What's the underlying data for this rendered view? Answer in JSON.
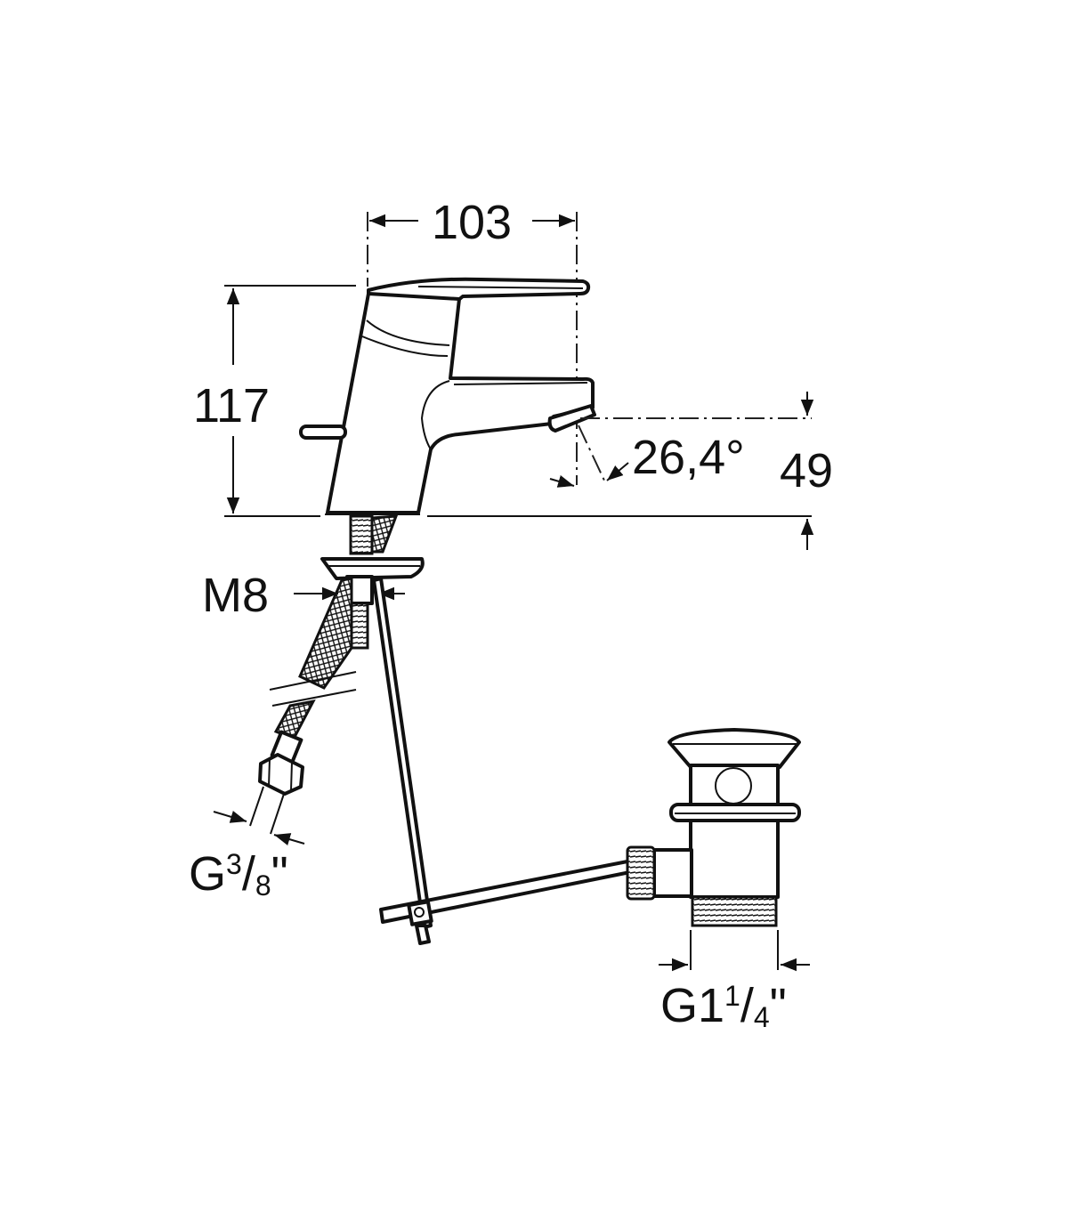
{
  "drawing": {
    "dimensions": {
      "width": "103",
      "height": "117",
      "angle": "26,4°",
      "spout_height": "49",
      "thread_stud": "M8",
      "hose_connection": {
        "prefix": "G",
        "num": "3",
        "slash": "/",
        "den": "8",
        "suffix": "\""
      },
      "drain_connection": {
        "prefix": "G1",
        "num": "1",
        "slash": "/",
        "den": "4",
        "suffix": "\""
      }
    },
    "colors": {
      "ink": "#111111",
      "background": "#ffffff"
    }
  }
}
